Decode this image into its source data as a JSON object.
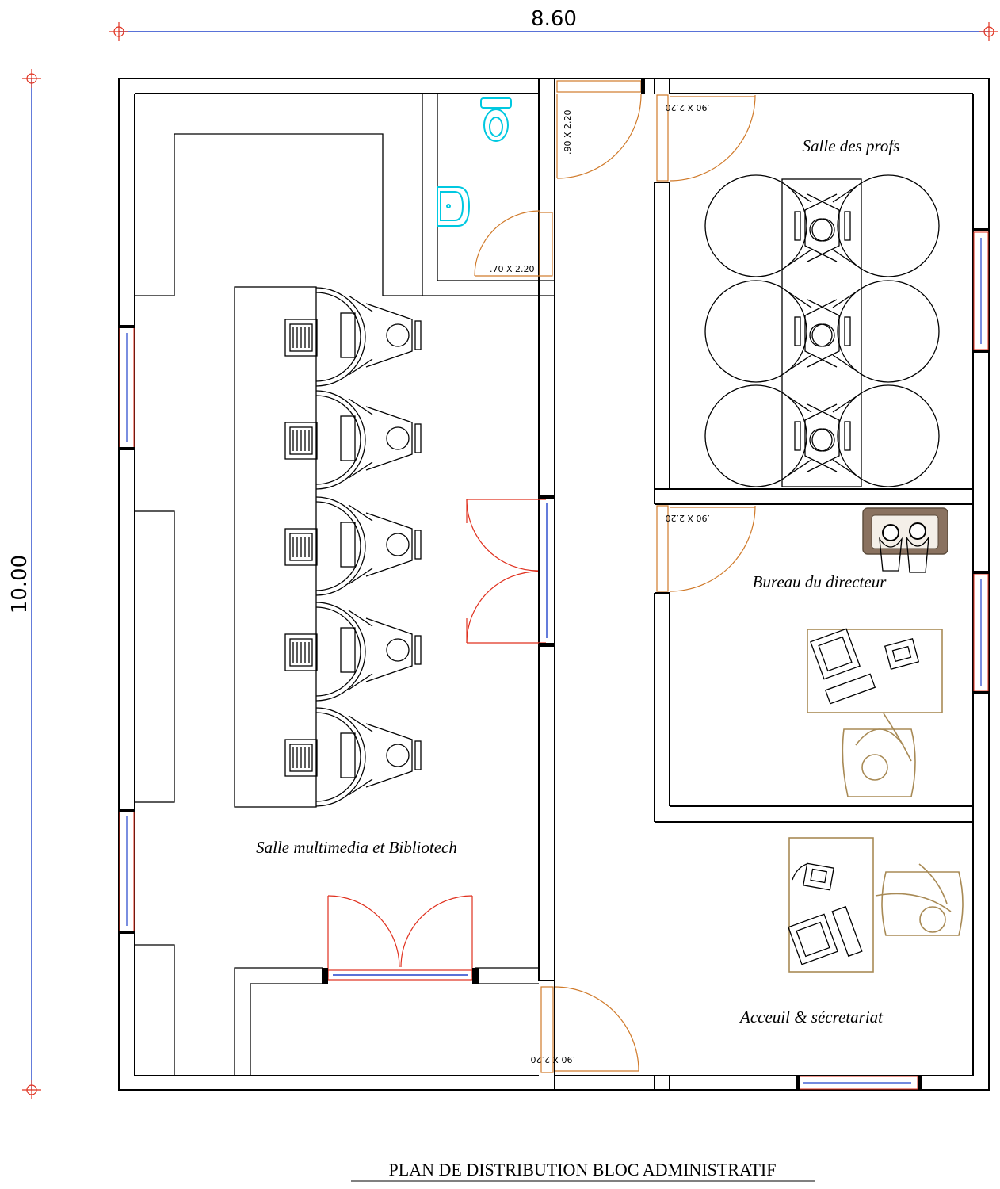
{
  "dimensions": {
    "width_label": "8.60",
    "height_label": "10.00"
  },
  "rooms": {
    "multimedia": "Salle multimedia et Bibliotech",
    "profs": "Salle des profs",
    "director": "Bureau du directeur",
    "reception": "Acceuil & sécretariat"
  },
  "doors": {
    "wc_door": ".70 X 2.20",
    "corridor_top": ".90 X 2.20",
    "profs_door": ".90 X 2.20",
    "director_door": ".90 X 2.20",
    "reception_door": ".90 X 2.20"
  },
  "title": "PLAN DE DISTRIBUTION  BLOC ADMINISTRATIF",
  "colors": {
    "dimension_line": "#2244cc",
    "dimension_marker": "#e0301e",
    "door": "#e0301e",
    "fixture": "#00c8e0",
    "furniture_accent": "#a88a55"
  }
}
